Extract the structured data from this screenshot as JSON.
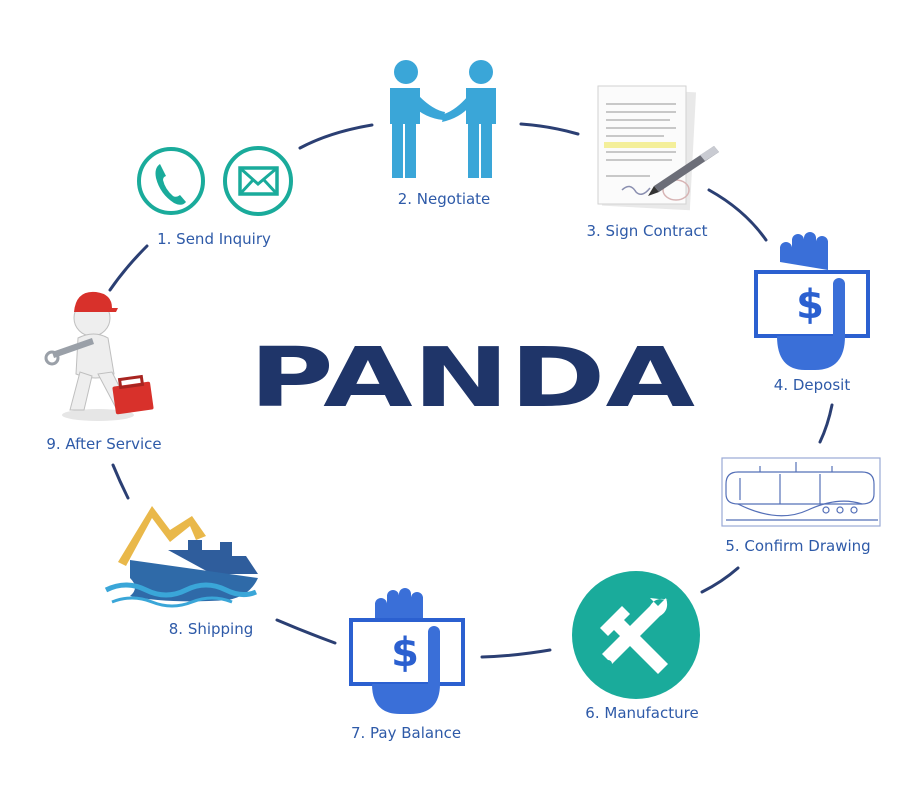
{
  "brand": {
    "name": "PANDA",
    "color": "#1f3569"
  },
  "colors": {
    "connector": "#2b3f73",
    "label": "#2e5aa8",
    "teal": "#1aab9b",
    "blue": "#3a6fd8",
    "sky": "#3aa6d8"
  },
  "steps": [
    {
      "label": "1. Send Inquiry",
      "icons": [
        "phone-icon",
        "envelope-icon"
      ]
    },
    {
      "label": "2. Negotiate",
      "icons": [
        "handshake-icon"
      ]
    },
    {
      "label": "3. Sign Contract",
      "icons": [
        "contract-document-icon"
      ]
    },
    {
      "label": "4. Deposit",
      "icons": [
        "hand-money-icon"
      ]
    },
    {
      "label": "5. Confirm Drawing",
      "icons": [
        "tank-drawing-icon"
      ]
    },
    {
      "label": "6. Manufacture",
      "icons": [
        "tools-icon"
      ]
    },
    {
      "label": "7. Pay Balance",
      "icons": [
        "hand-money-icon"
      ]
    },
    {
      "label": "8. Shipping",
      "icons": [
        "ship-icon"
      ]
    },
    {
      "label": "9. After Service",
      "icons": [
        "repairman-icon"
      ]
    }
  ]
}
